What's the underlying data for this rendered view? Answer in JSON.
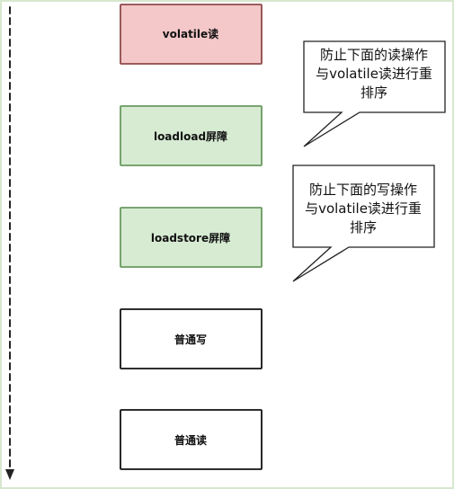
{
  "colors": {
    "frame": "#d7e8cf",
    "box_red_fill": "#f4c7c8",
    "box_red_stroke": "#8e4a4a",
    "box_green_fill": "#d6ebd2",
    "box_green_stroke": "#6a9a60",
    "box_plain_fill": "#ffffff",
    "box_plain_stroke": "#111111",
    "line": "#222222"
  },
  "boxes": [
    {
      "id": "volatile-read",
      "label": "volatile读",
      "style": "red"
    },
    {
      "id": "loadload-barrier",
      "label": "loadload屏障",
      "style": "green"
    },
    {
      "id": "loadstore-barrier",
      "label": "loadstore屏障",
      "style": "green"
    },
    {
      "id": "normal-write",
      "label": "普通写",
      "style": "plain"
    },
    {
      "id": "normal-read",
      "label": "普通读",
      "style": "plain"
    }
  ],
  "callouts": [
    {
      "id": "loadload-note",
      "lines": [
        "防止下面的读操作",
        "与volatile读进行重",
        "排序"
      ]
    },
    {
      "id": "loadstore-note",
      "lines": [
        "防止下面的写操作",
        "与volatile读进行重",
        "排序"
      ]
    }
  ]
}
